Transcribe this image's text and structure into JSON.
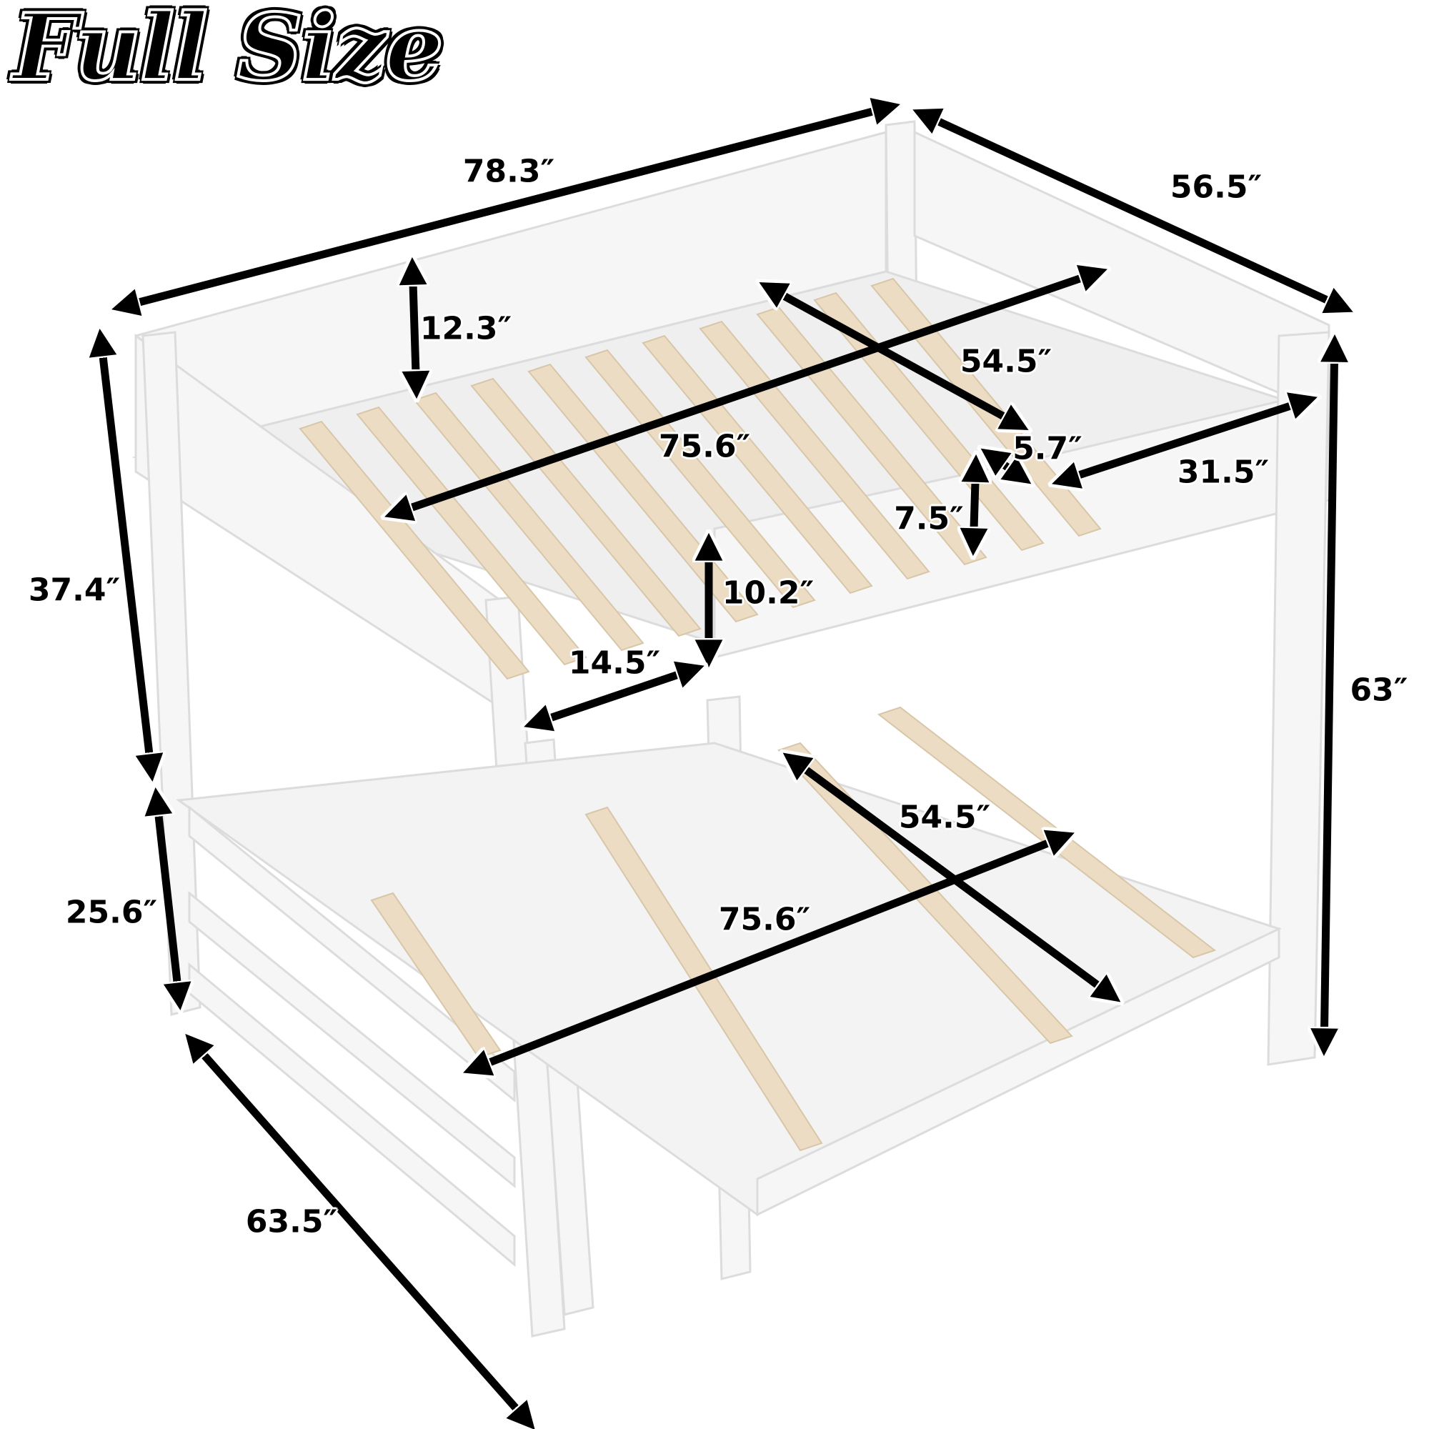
{
  "title": "Full Size",
  "product": {
    "type": "bunk bed",
    "colors": {
      "frame": "#f4f4f4",
      "slats": "#ecdcc4",
      "arrows": "#000000"
    }
  },
  "dimensions": {
    "overall_length": "78.3″",
    "overall_width": "56.5″",
    "overall_height": "63″",
    "guardrail_height": "12.3″",
    "top_mattress_width": "54.5″",
    "top_mattress_length": "75.6″",
    "rail_depth": "5.7″",
    "rail_opening_length": "31.5″",
    "rail_drop_height": "7.5″",
    "ladder_rail_height": "10.2″",
    "ladder_opening_width": "14.5″",
    "top_bunk_clearance": "37.4″",
    "bottom_bunk_height": "25.6″",
    "bottom_mattress_width": "54.5″",
    "bottom_mattress_length": "75.6″",
    "footprint_width": "63.5″"
  }
}
